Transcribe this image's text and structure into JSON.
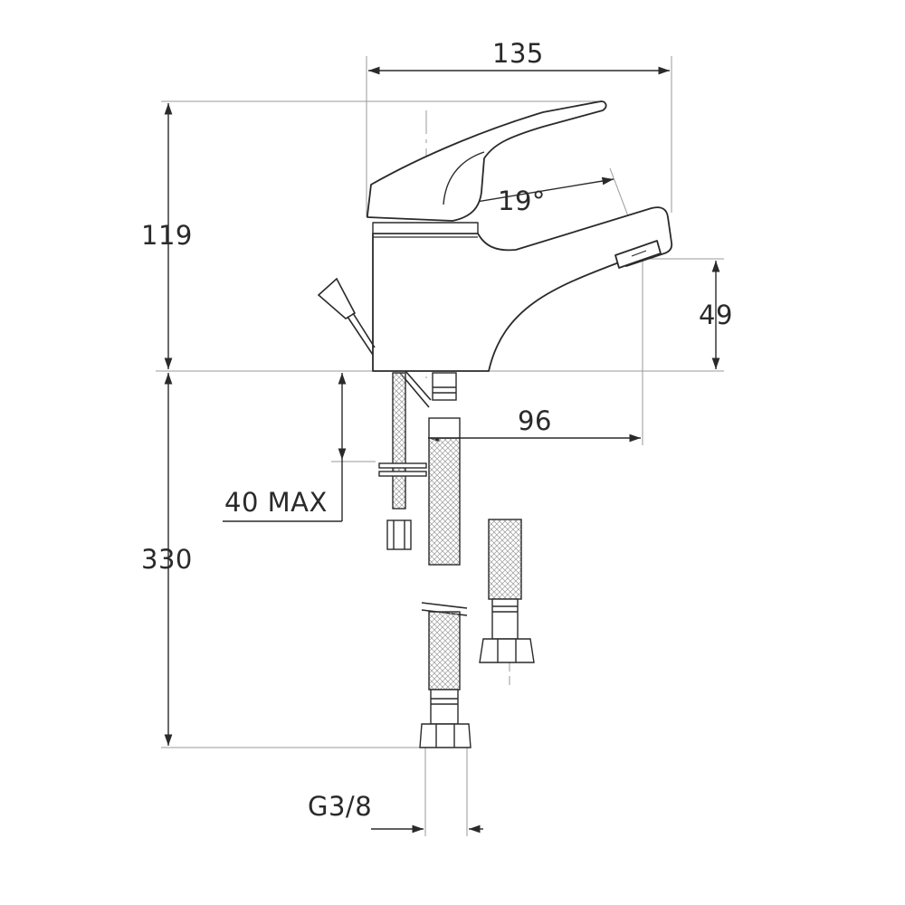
{
  "dimensions": {
    "width_total": "135",
    "height_body": "119",
    "angle": "19°",
    "spout_height": "49",
    "spout_reach": "96",
    "deck_thickness": "40 MAX",
    "hose_length": "330",
    "thread": "G3/8"
  },
  "colors": {
    "line": "#2a2a2a",
    "dim_line": "#555555",
    "hatch": "#8a8a8a"
  }
}
